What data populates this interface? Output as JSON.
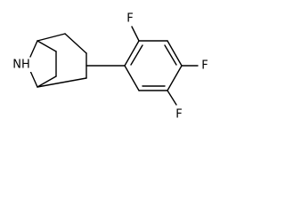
{
  "molecule": {
    "atoms": {
      "nitrogen": "NH",
      "fluorine_top": "F",
      "fluorine_right": "F",
      "fluorine_bottom": "F"
    }
  },
  "colors": {
    "bond": "#000000",
    "text": "#000000",
    "background": "#ffffff"
  }
}
